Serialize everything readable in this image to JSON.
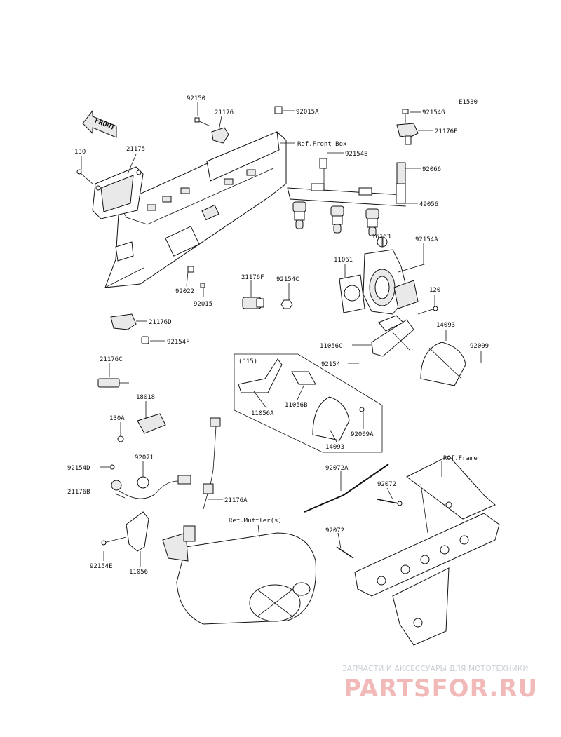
{
  "diagram_code": "E1530",
  "front_label": "FRONT",
  "labels": {
    "p92150": "92150",
    "p21176": "21176",
    "p92015A": "92015A",
    "p130": "130",
    "p21175": "21175",
    "ref_front_box": "Ref.Front Box",
    "p92154G": "92154G",
    "p21176E": "21176E",
    "p92154B": "92154B",
    "p92066": "92066",
    "p49056": "49056",
    "p16163": "16163",
    "p92154A": "92154A",
    "p11061": "11061",
    "p92022": "92022",
    "p92015": "92015",
    "p21176F": "21176F",
    "p92154C": "92154C",
    "p120": "120",
    "p14093a": "14093",
    "p21176D": "21176D",
    "p92154F": "92154F",
    "p11056C": "11056C",
    "p92009": "92009",
    "p92154": "92154",
    "p15": "('15)",
    "p21176C": "21176C",
    "p11056A": "11056A",
    "p11056B": "11056B",
    "p18018": "18018",
    "p92009A": "92009A",
    "p14093b": "14093",
    "p130A": "130A",
    "p92071": "92071",
    "p92154D": "92154D",
    "p21176B": "21176B",
    "p21176A": "21176A",
    "p92072A": "92072A",
    "ref_frame": "Ref.Frame",
    "p92072a": "92072",
    "p92072b": "92072",
    "ref_muffler": "Ref.Muffler(s)",
    "p92154E": "92154E",
    "p11056": "11056"
  },
  "watermark": {
    "subtitle": "ЗАПЧАСТИ И АКСЕССУАРЫ ДЛЯ МОТОТЕХНИКИ",
    "brand": "PARTSFOR.RU"
  }
}
